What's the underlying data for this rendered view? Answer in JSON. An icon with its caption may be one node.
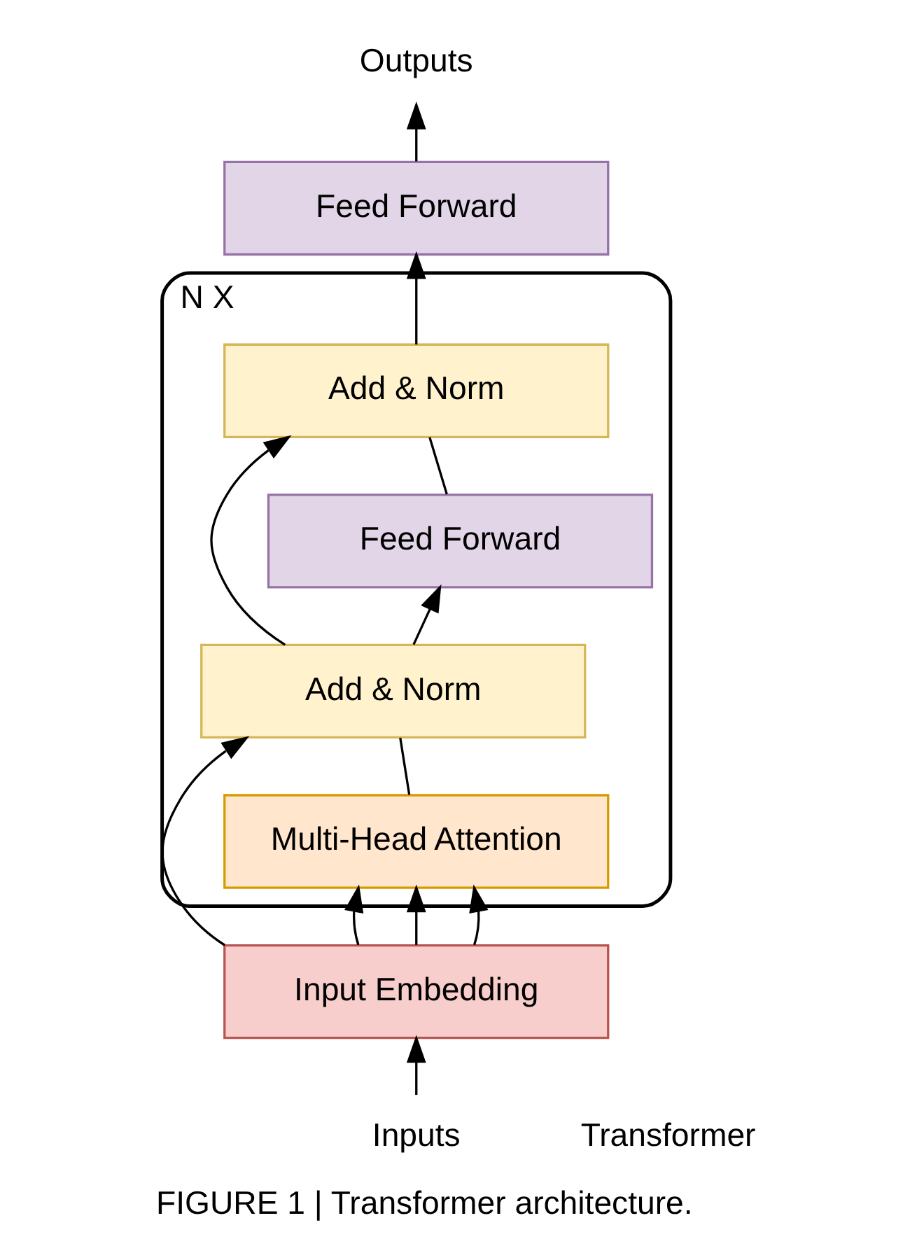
{
  "diagram": {
    "caption": "FIGURE 1 | Transformer architecture.",
    "nodes": [
      {
        "text": [
          "Outputs"
        ]
      },
      {
        "text": [
          "Feed Forward"
        ]
      },
      {
        "text": [],
        "shape": "box",
        "beside": [
          "N X"
        ]
      },
      {
        "text": [
          "Add & Norm"
        ],
        "in": 2
      },
      {
        "text": [
          "Feed Forward"
        ],
        "in": 2
      },
      {
        "text": [
          "Add & Norm"
        ],
        "in": 2
      },
      {
        "text": [
          "Multi-Head Attention"
        ],
        "in": 2
      },
      {
        "text": [
          "Input Embedding"
        ]
      },
      {
        "text": [
          "Inputs"
        ]
      }
    ],
    "edges": [
      {
        "from": 8,
        "to": 7,
        "arrow": "to"
      },
      {
        "from": 7,
        "to": 6,
        "arrow": "to"
      },
      {
        "from": 7,
        "to": 6,
        "arrow": "to"
      },
      {
        "from": 7,
        "to": 6,
        "arrow": "to"
      },
      {
        "from": 7,
        "to": 5,
        "arrow": "to"
      },
      {
        "from": 6,
        "to": 5,
        "arrow": "none"
      },
      {
        "from": 5,
        "to": 4,
        "arrow": "to"
      },
      {
        "from": 5,
        "to": 3,
        "arrow": "to"
      },
      {
        "from": 4,
        "to": 3,
        "arrow": "none"
      },
      {
        "from": 3,
        "to": 1,
        "arrow": "to"
      },
      {
        "from": 1,
        "to": 0,
        "arrow": "to"
      }
    ],
    "labels": [
      "Transformer"
    ]
  }
}
